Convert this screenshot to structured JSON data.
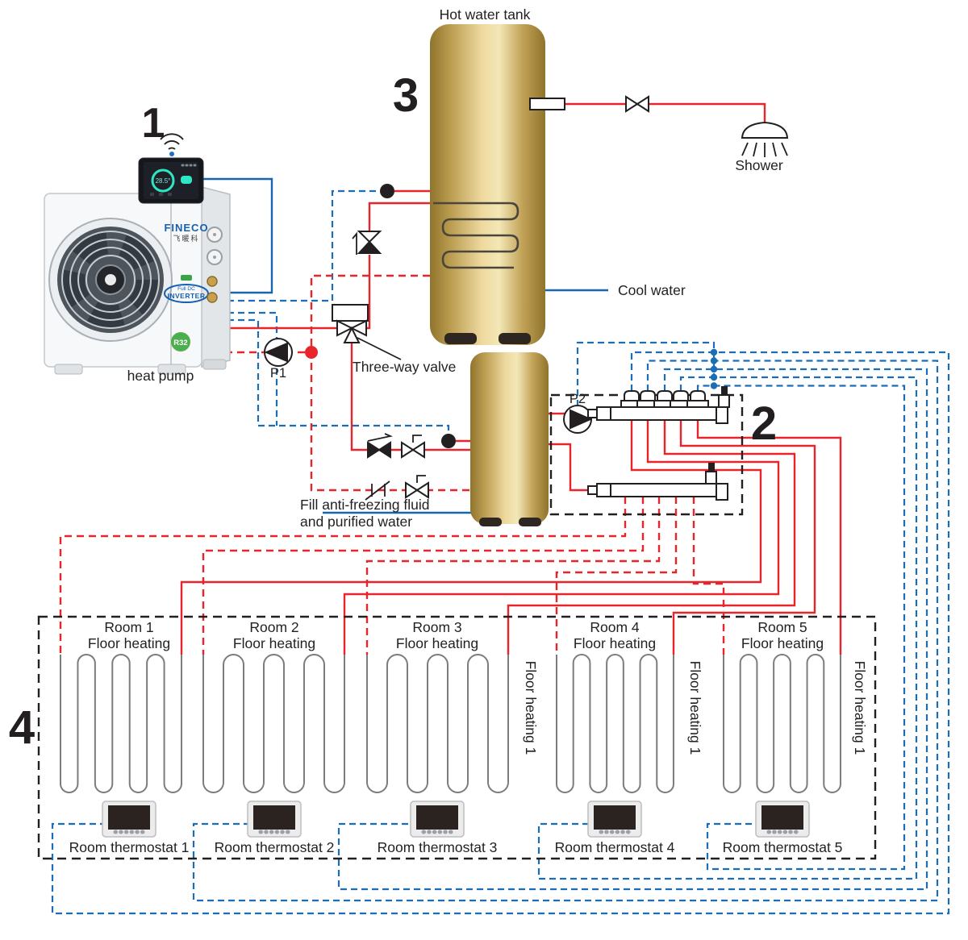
{
  "section_numbers": {
    "controller": "1",
    "manifold": "2",
    "tank": "3",
    "floor": "4"
  },
  "labels": {
    "hot_water_tank": "Hot water tank",
    "shower": "Shower",
    "cool_water": "Cool water",
    "heat_pump": "heat pump",
    "three_way_valve": "Three-way valve",
    "fill_line1": "Fill anti-freezing fluid",
    "fill_line2": "and purified water",
    "floor_zone": "Floor heating 1"
  },
  "pumps": {
    "p1": "P1",
    "p2": "P2"
  },
  "heat_pump_unit": {
    "brand": "FINECO",
    "brand_cn": "飞暖科",
    "badge_line1": "Full DC",
    "badge_line2": "INVERTER",
    "refrigerant": "R32",
    "display_temp": "28.5°"
  },
  "rooms": [
    {
      "name": "Room 1",
      "sub": "Floor heating",
      "thermostat": "Room thermostat 1"
    },
    {
      "name": "Room 2",
      "sub": "Floor heating",
      "thermostat": "Room thermostat 2"
    },
    {
      "name": "Room 3",
      "sub": "Floor heating",
      "thermostat": "Room thermostat 3"
    },
    {
      "name": "Room 4",
      "sub": "Floor heating",
      "thermostat": "Room thermostat 4"
    },
    {
      "name": "Room 5",
      "sub": "Floor heating",
      "thermostat": "Room thermostat 5"
    }
  ],
  "colors": {
    "hot": "#e8252a",
    "cold": "#1766ae",
    "ctl": "#1a6db6",
    "frame": "#231f20",
    "coil": "#7c7c7c"
  }
}
